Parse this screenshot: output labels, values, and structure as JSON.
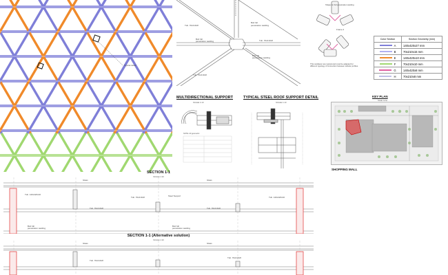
{
  "legend": {
    "header_color": "Color Section",
    "header_geometry": "Section Geometry (mm)",
    "rows": [
      {
        "label": "A",
        "geometry": "140x420x27 mm",
        "color": "#7f7fd8"
      },
      {
        "label": "B",
        "geometry": "70x210x15 mm",
        "color": "#b0b0f0"
      },
      {
        "label": "E",
        "geometry": "140x420x10 mm",
        "color": "#f08a2a"
      },
      {
        "label": "F",
        "geometry": "70x210x10 mm",
        "color": "#a0d870"
      },
      {
        "label": "G",
        "geometry": "140x420x8 mm",
        "color": "#e060a0"
      },
      {
        "label": "H",
        "geometry": "70x210x8 mm",
        "color": "#c0c0e8"
      }
    ]
  },
  "titles": {
    "multidirectional": "MULTIDIRECTIONAL SUPPORT",
    "typical_support": "TYPICAL STEEL ROOF SUPPORT DETAIL",
    "key_plan": "KEY PLAN",
    "shopping_mall": "SHOPPING MALL",
    "section1": "SECTION 1-1",
    "section1_alt": "SECTION 1-1 (Alternative solution)"
  },
  "notes": {
    "shape_note": "Shape for full penetration welding",
    "cantilever_note": "This cantilever are typical and must be adapted for different typology of connection between tubular profiles.",
    "typical_detail": "Typical detail",
    "bolt_note": "Bolt full penetration welding",
    "tube_label_1": "Tub. 140x420x10",
    "tube_label_2": "Tub. 70x210x8"
  },
  "colors": {
    "grid_blue": "#7f7fd8",
    "grid_orange": "#f08a2a",
    "grid_green": "#a0d870",
    "column_red": "#e03030"
  }
}
